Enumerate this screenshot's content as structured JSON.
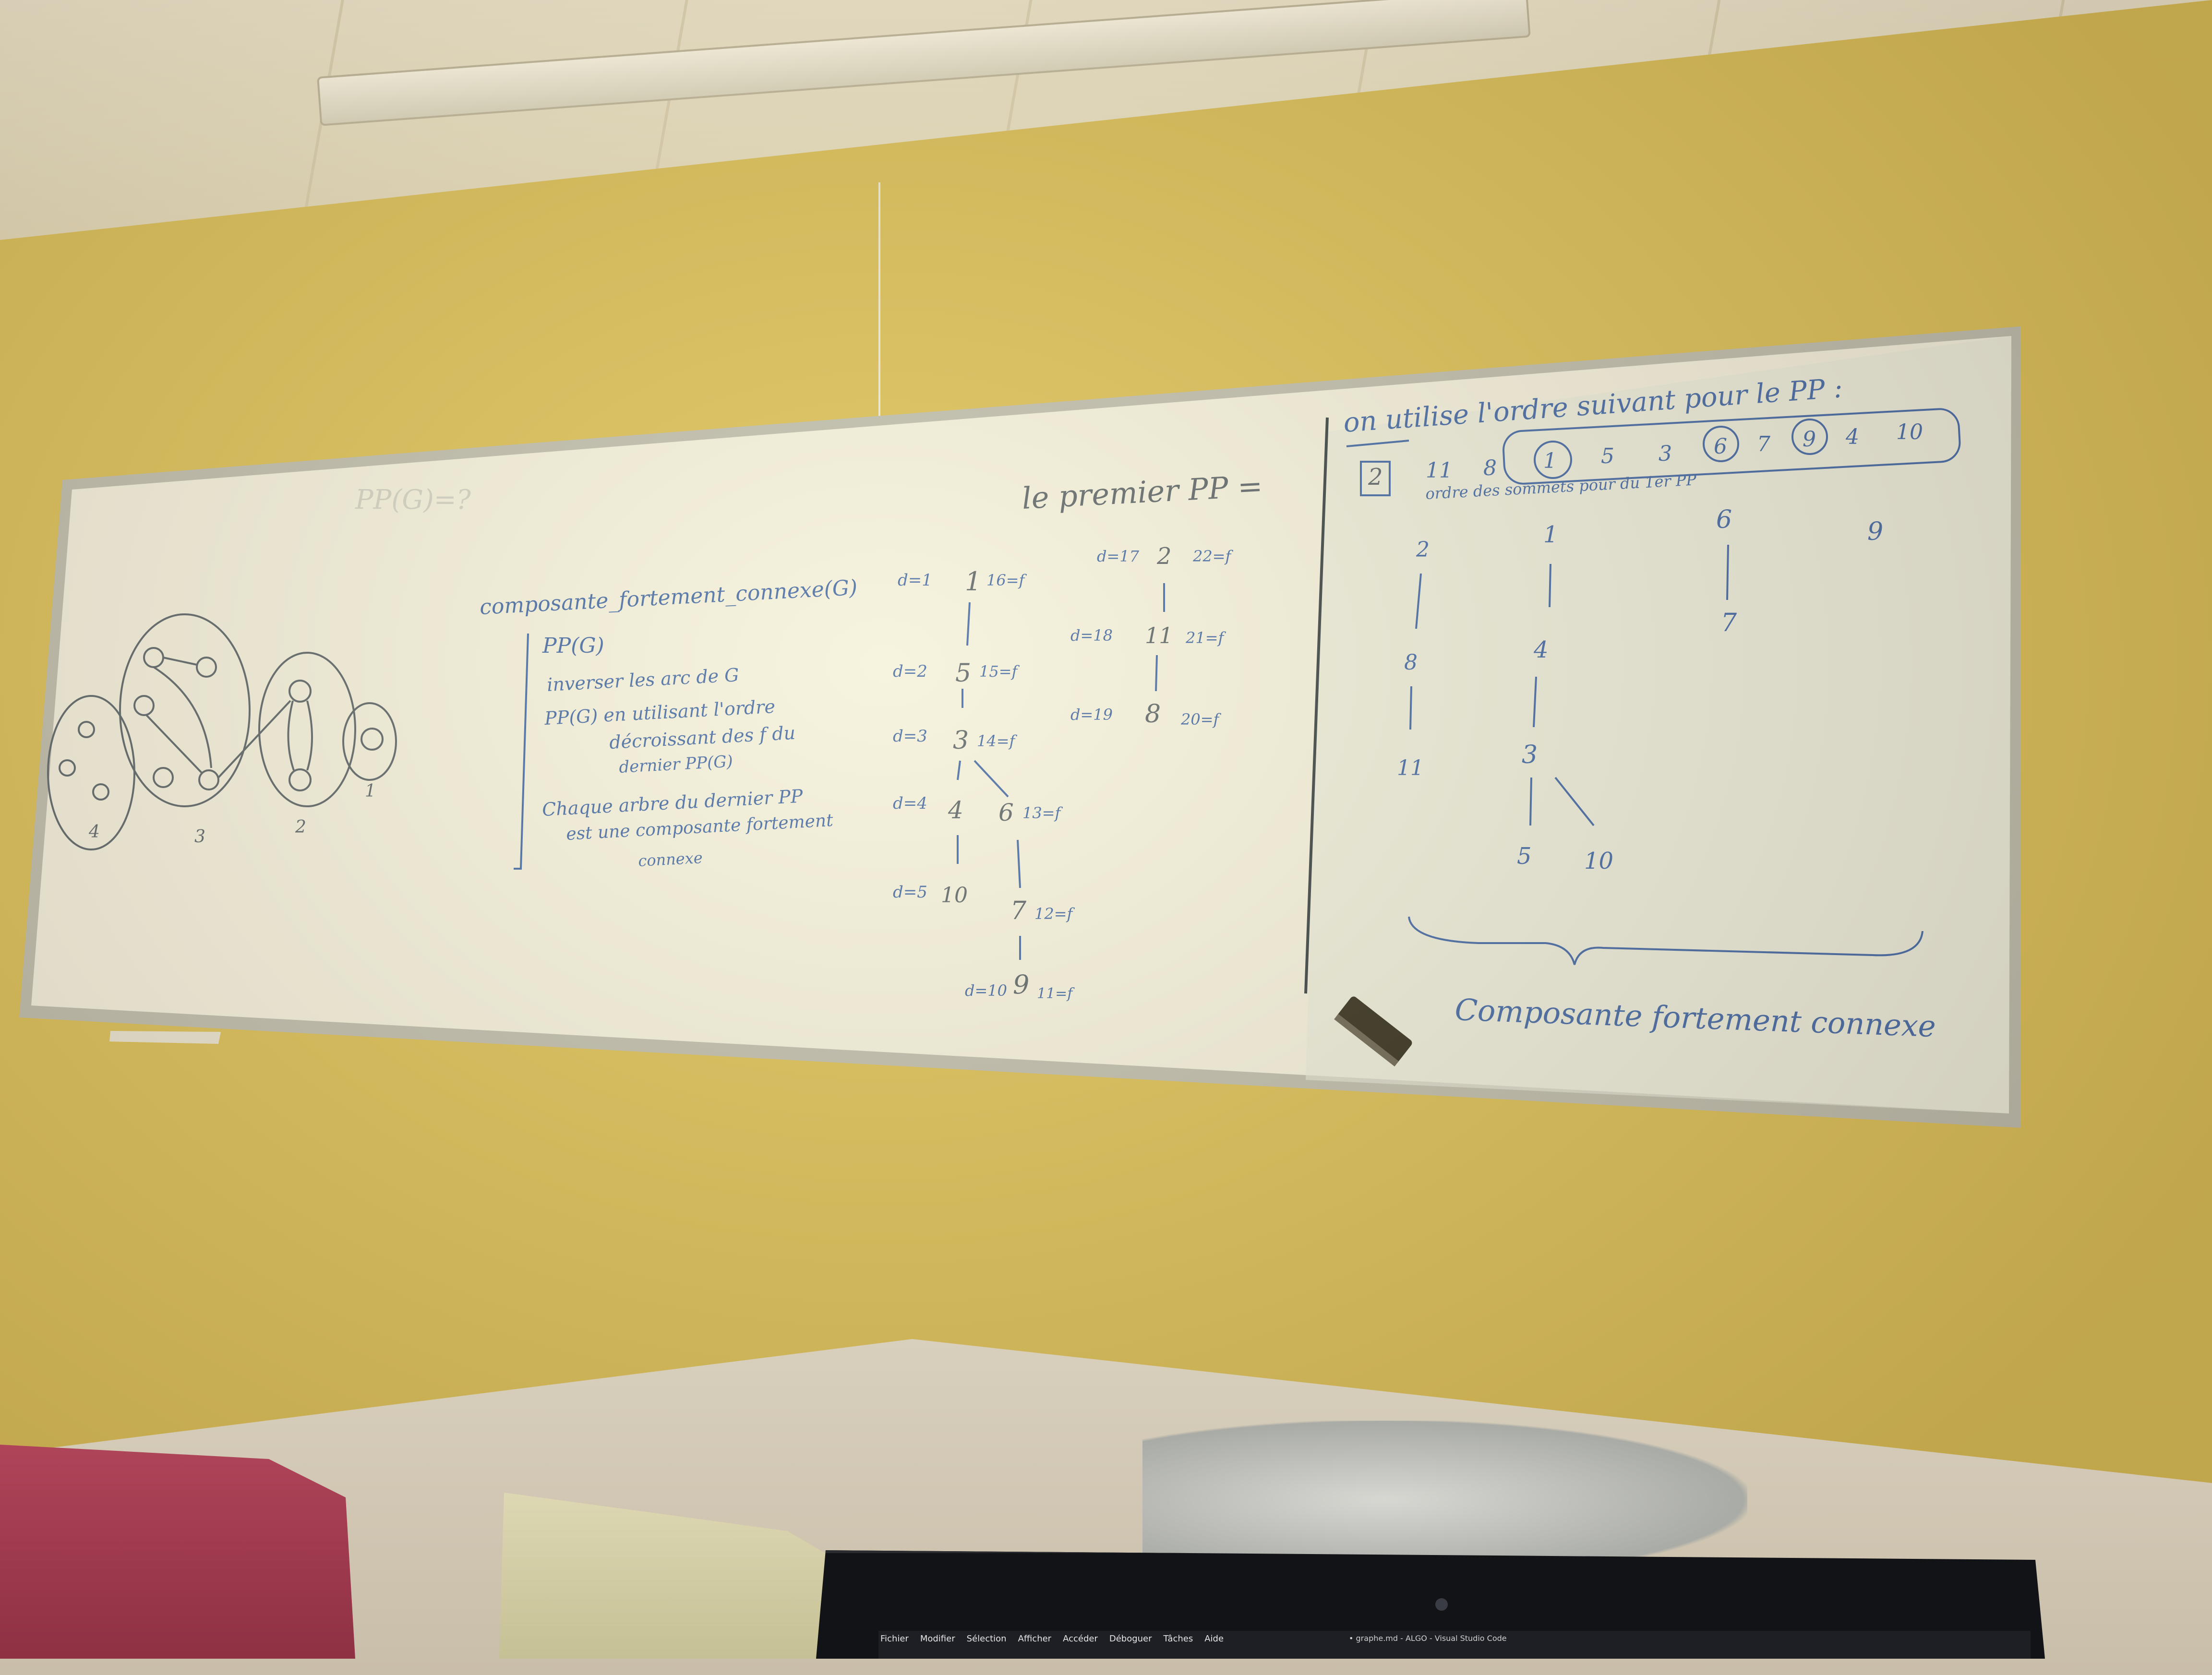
{
  "whiteboard": {
    "left_panel": {
      "faded_note": "PP(G)=?",
      "graph_cluster_labels": [
        "4",
        "3",
        "2",
        "1"
      ],
      "algo_title": "composante_fortement_connexe(G)",
      "algo_lines": [
        "PP(G)",
        "inverser les arc de G",
        "PP(G) en utilisant l'ordre",
        "décroissant des f du",
        "dernier PP(G)",
        "Chaque arbre du dernier PP",
        "est une composante fortement",
        "connexe"
      ]
    },
    "middle_panel": {
      "heading": "le premier PP =",
      "tree1": {
        "root": "1",
        "root_d": "d=1",
        "root_f": "16=f",
        "n5": "5",
        "n5_d": "d=2",
        "n5_f": "15=f",
        "n3": "3",
        "n3_d": "d=3",
        "n3_f": "14=f",
        "n4": "4",
        "n4_d": "d=4",
        "n6": "6",
        "n6_f": "13=f",
        "n10": "10",
        "n10_d": "d=5",
        "n7": "7",
        "n7_f": "12=f",
        "n9": "9",
        "n9_d": "d=10",
        "n9_f": "11=f"
      },
      "tree2": {
        "root": "2",
        "root_d": "d=17",
        "root_f": "22=f",
        "n11": "11",
        "n11_d": "d=18",
        "n11_f": "21=f",
        "n8": "8",
        "n8_d": "d=19",
        "n8_f": "20=f"
      }
    },
    "right_panel": {
      "heading": "on utilise l'ordre suivant pour le PP :",
      "order_sequence": [
        "2",
        "11",
        "8",
        "1",
        "5",
        "3",
        "6",
        "7",
        "9",
        "4",
        "10"
      ],
      "order_caption": "ordre des sommets pour du 1er PP",
      "trees": [
        {
          "nodes": [
            "2",
            "8",
            "11"
          ]
        },
        {
          "nodes": [
            "1",
            "4",
            "3",
            "5",
            "10"
          ]
        },
        {
          "nodes": [
            "6",
            "7"
          ]
        },
        {
          "nodes": [
            "9"
          ]
        }
      ],
      "footer": "Composante fortement connexe"
    }
  },
  "laptop": {
    "menu_items": [
      "Fichier",
      "Modifier",
      "Sélection",
      "Afficher",
      "Accéder",
      "Déboguer",
      "Tâches",
      "Aide"
    ],
    "window_title": "• graphe.md - ALGO - Visual Studio Code"
  },
  "colors": {
    "wall": "#d9bf5e",
    "ink_blue": "#2f5fb8",
    "board_white": "#f4f6f6"
  }
}
